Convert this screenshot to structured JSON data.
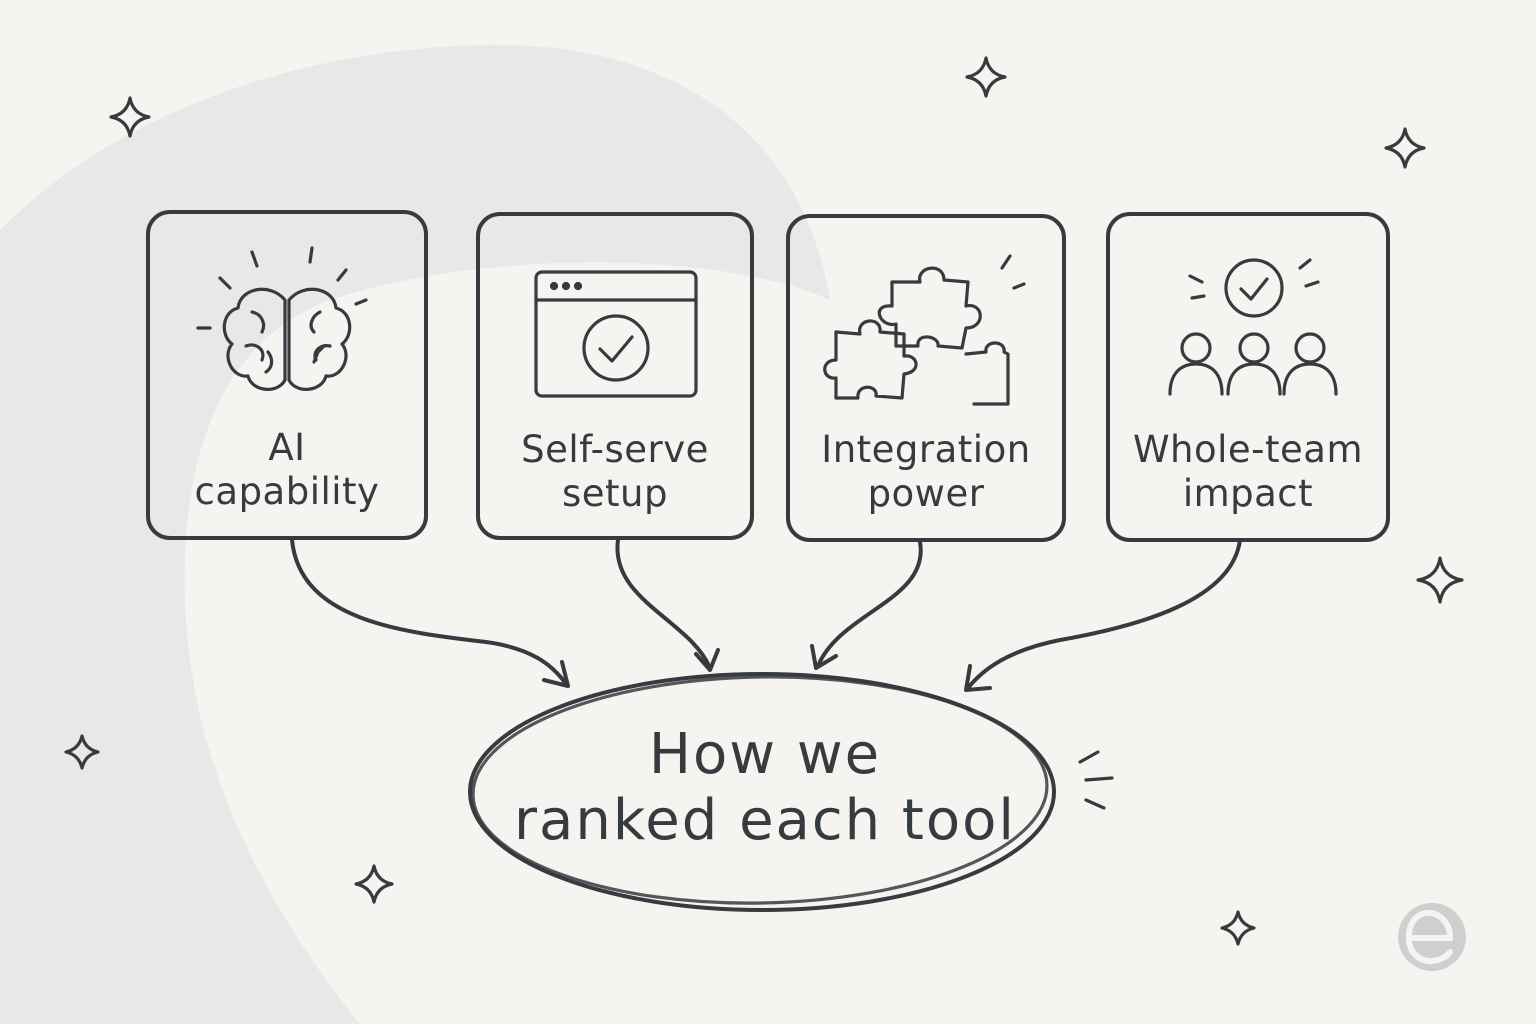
{
  "cards": [
    {
      "id": "ai",
      "label_line1": "AI",
      "label_line2": "capability",
      "icon": "brain-icon"
    },
    {
      "id": "self-serve",
      "label_line1": "Self-serve",
      "label_line2": "setup",
      "icon": "browser-check-icon"
    },
    {
      "id": "integration",
      "label_line1": "Integration",
      "label_line2": "power",
      "icon": "puzzle-icon"
    },
    {
      "id": "whole-team",
      "label_line1": "Whole-team",
      "label_line2": "impact",
      "icon": "team-check-icon"
    }
  ],
  "center": {
    "line1": "How we",
    "line2": "ranked each tool"
  },
  "colors": {
    "background": "#f5f4f0",
    "blob": "#e8e8e8",
    "ink": "#363b40",
    "logo": "#cfcfcf"
  },
  "decor": {
    "sparkle_icon": "sparkle-icon",
    "logo_icon": "e-logo-icon"
  }
}
